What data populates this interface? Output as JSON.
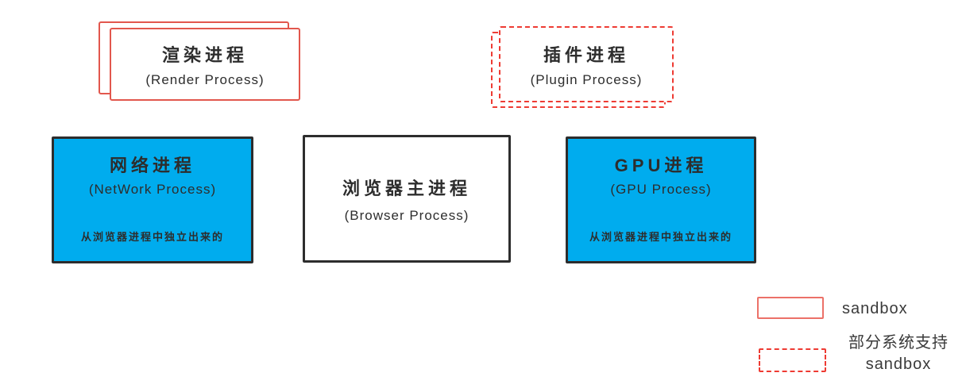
{
  "diagram": {
    "render_process": {
      "title": "渲染进程",
      "subtitle": "(Render Process)"
    },
    "plugin_process": {
      "title": "插件进程",
      "subtitle": "(Plugin Process)"
    },
    "network_process": {
      "title": "网络进程",
      "subtitle": "(NetWork Process)",
      "note": "从浏览器进程中独立出来的"
    },
    "browser_process": {
      "title": "浏览器主进程",
      "subtitle": "(Browser Process)"
    },
    "gpu_process": {
      "title": "GPU进程",
      "subtitle": "(GPU Process)",
      "note": "从浏览器进程中独立出来的"
    },
    "legend": {
      "solid_label": "sandbox",
      "dashed_label_line1": "部分系统支持",
      "dashed_label_line2": "sandbox"
    },
    "colors": {
      "process_blue": "#00acee",
      "sandbox_red_solid": "#e2574d",
      "sandbox_red_dashed": "#ee3b33",
      "ink_border": "#2d2d2d",
      "background": "#ffffff"
    }
  }
}
